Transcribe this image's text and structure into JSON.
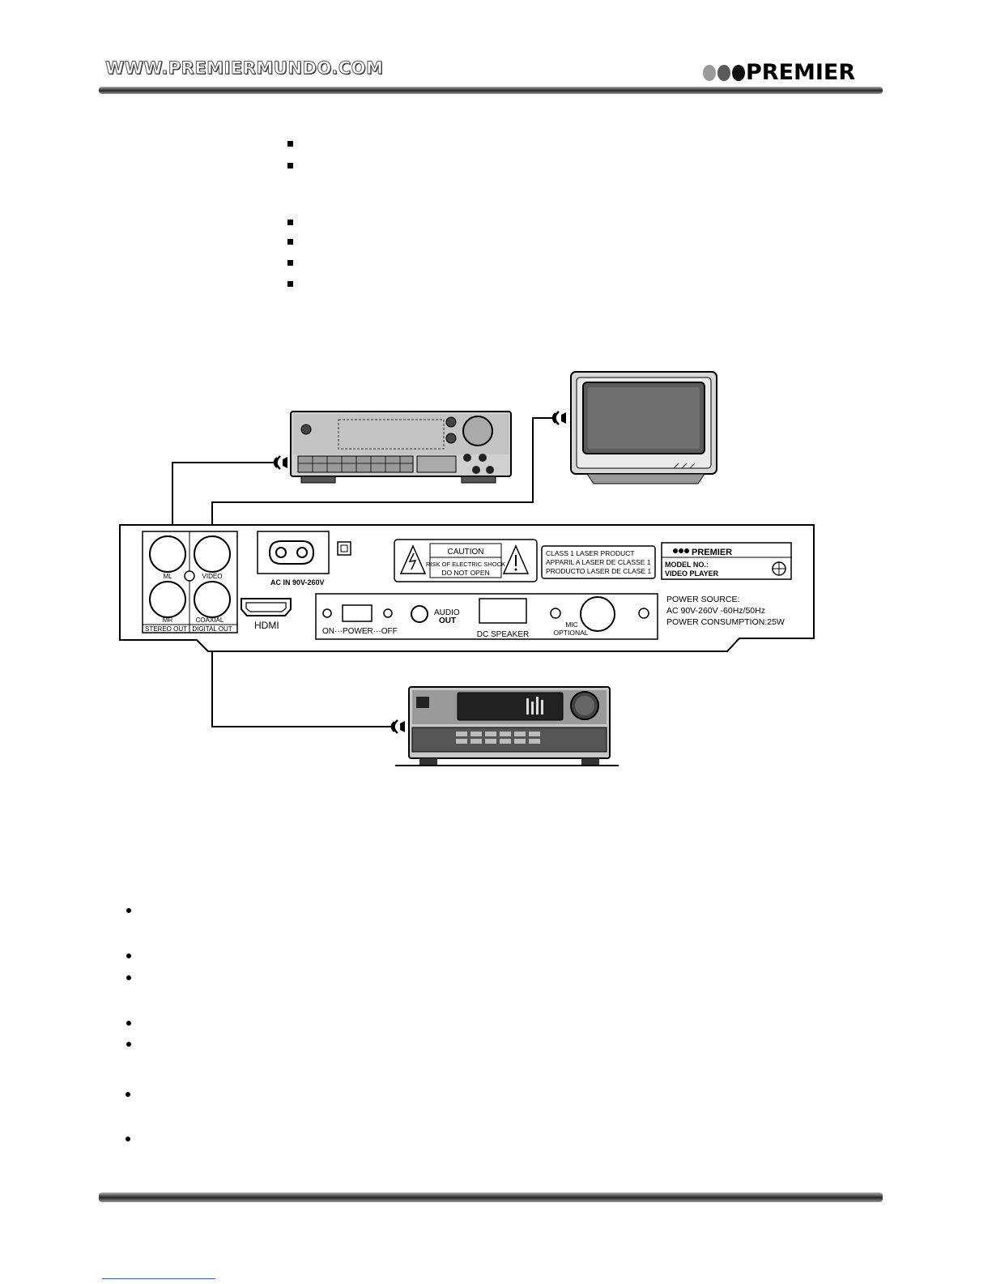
{
  "header": {
    "site_url": "WWW.PREMIERMUNDO.COM",
    "brand": "PREMIER"
  },
  "diagram": {
    "panel": {
      "stereo_out": "STEREO OUT",
      "digital_out": "DIGITAL OUT",
      "jack_ml": "ML",
      "jack_mr": "MR",
      "jack_video": "VIDEO",
      "jack_coaxial": "COAXIAL",
      "ac_in": "AC IN  90V-260V",
      "hdmi": "HDMI",
      "caution": "CAUTION",
      "risk": "RISK OF ELECTRIC SHOCK",
      "do_not_open": "DO NOT OPEN",
      "laser_1": "CLASS 1 LASER PRODUCT",
      "laser_2": "APPARIL A LASER DE CLASSE 1",
      "laser_3": "PRODUCTO LASER DE CLASE 1",
      "label_brand": "PREMIER",
      "model_no": "MODEL NO.:",
      "video_player": "VIDEO PLAYER",
      "audio": "AUDIO",
      "out": "OUT",
      "on_power_off": "ON···POWER···OFF",
      "dc_speaker": "DC SPEAKER",
      "mic": "MIC",
      "optional": "OPTIONAL",
      "power_source": "POWER SOURCE:",
      "power_ac": "AC  90V-260V  -60Hz/50Hz",
      "power_consumption": "POWER CONSUMPTION:25W"
    }
  }
}
